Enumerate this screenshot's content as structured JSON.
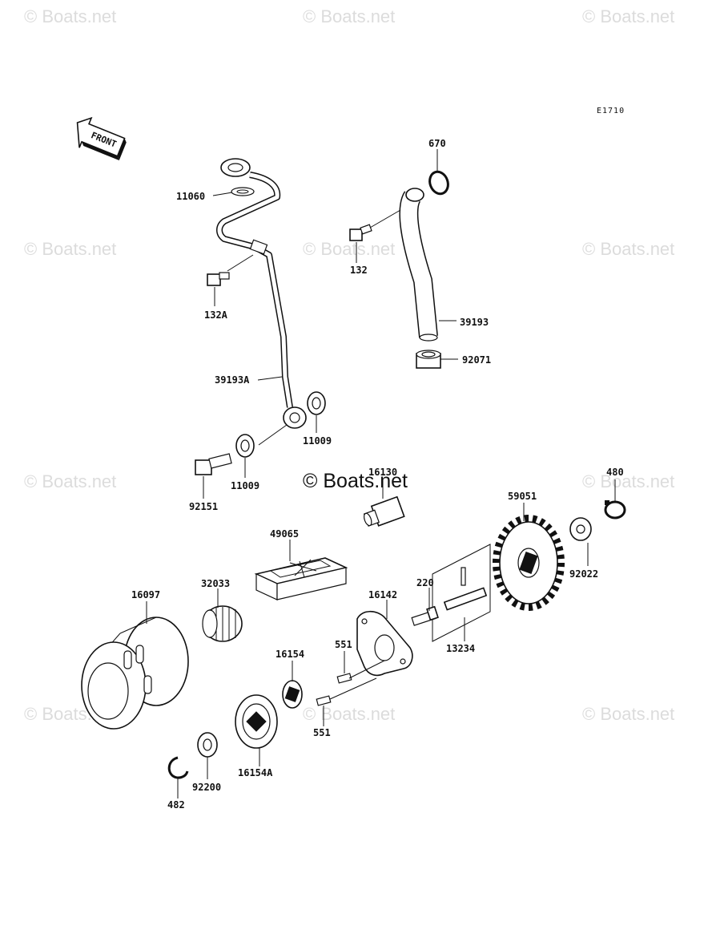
{
  "watermark": "© Boats.net",
  "center_watermark": "© Boats.net",
  "diagram_code": "E1710",
  "direction_label": "FRONT",
  "parts": {
    "p11060": "11060",
    "p132A": "132A",
    "p39193A": "39193A",
    "p11009a": "11009",
    "p11009b": "11009",
    "p92151": "92151",
    "p670": "670",
    "p132": "132",
    "p39193": "39193",
    "p92071": "92071",
    "p16130": "16130",
    "p480": "480",
    "p59051": "59051",
    "p92022": "92022",
    "p49065": "49065",
    "p32033": "32033",
    "p16097": "16097",
    "p220": "220",
    "p16142": "16142",
    "p13234": "13234",
    "p551a": "551",
    "p551b": "551",
    "p16154": "16154",
    "p16154A": "16154A",
    "p92200": "92200",
    "p482": "482"
  }
}
